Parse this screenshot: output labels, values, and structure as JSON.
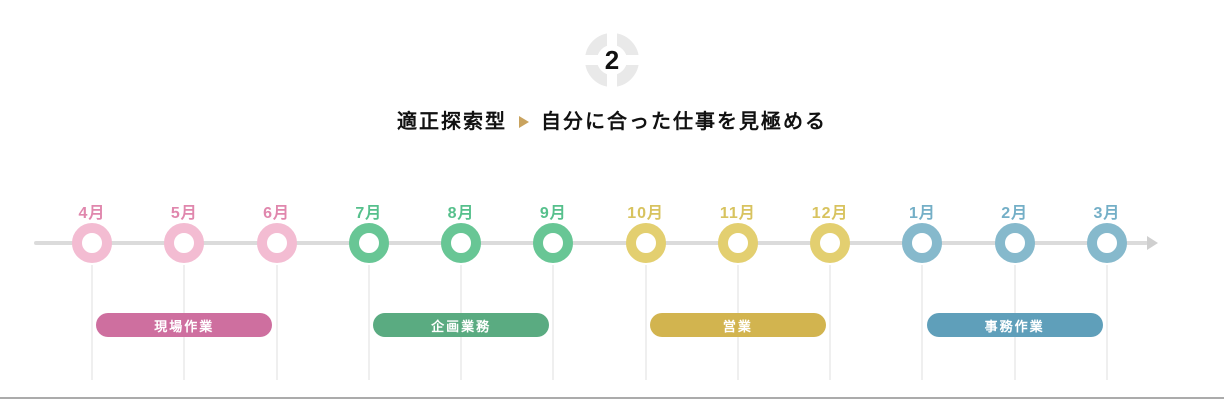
{
  "step": {
    "number": "2",
    "icon": "segmented-circle",
    "title_category": "適正探索型",
    "title_description": "自分に合った仕事を見極める",
    "arrow_icon": "right-triangle",
    "arrow_color": "#c9a35f",
    "icon_ring_color": "#e9e9e9"
  },
  "timeline": {
    "base_line_color": "#dbdbdb",
    "tick_line_color": "#efefef",
    "months": [
      {
        "label": "4月",
        "group": "pink"
      },
      {
        "label": "5月",
        "group": "pink"
      },
      {
        "label": "6月",
        "group": "pink"
      },
      {
        "label": "7月",
        "group": "green"
      },
      {
        "label": "8月",
        "group": "green"
      },
      {
        "label": "9月",
        "group": "green"
      },
      {
        "label": "10月",
        "group": "yellow"
      },
      {
        "label": "11月",
        "group": "yellow"
      },
      {
        "label": "12月",
        "group": "yellow"
      },
      {
        "label": "1月",
        "group": "blue"
      },
      {
        "label": "2月",
        "group": "blue"
      },
      {
        "label": "3月",
        "group": "blue"
      }
    ],
    "groups": {
      "pink": {
        "label_color": "#e087ad",
        "ring_color": "#f3bcd2"
      },
      "green": {
        "label_color": "#56c08c",
        "ring_color": "#68c695"
      },
      "yellow": {
        "label_color": "#d8c35f",
        "ring_color": "#e3cf70"
      },
      "blue": {
        "label_color": "#74afc7",
        "ring_color": "#86b9cc"
      }
    },
    "phases": [
      {
        "label": "現場作業",
        "color": "#ce6f9f",
        "start_month": "4月",
        "end_month": "6月",
        "center_month_index": 1
      },
      {
        "label": "企画業務",
        "color": "#5aab81",
        "start_month": "7月",
        "end_month": "9月",
        "center_month_index": 4
      },
      {
        "label": "営業",
        "color": "#d2b44f",
        "start_month": "10月",
        "end_month": "12月",
        "center_month_index": 7
      },
      {
        "label": "事務作業",
        "color": "#5f9fba",
        "start_month": "1月",
        "end_month": "3月",
        "center_month_index": 10
      }
    ]
  }
}
